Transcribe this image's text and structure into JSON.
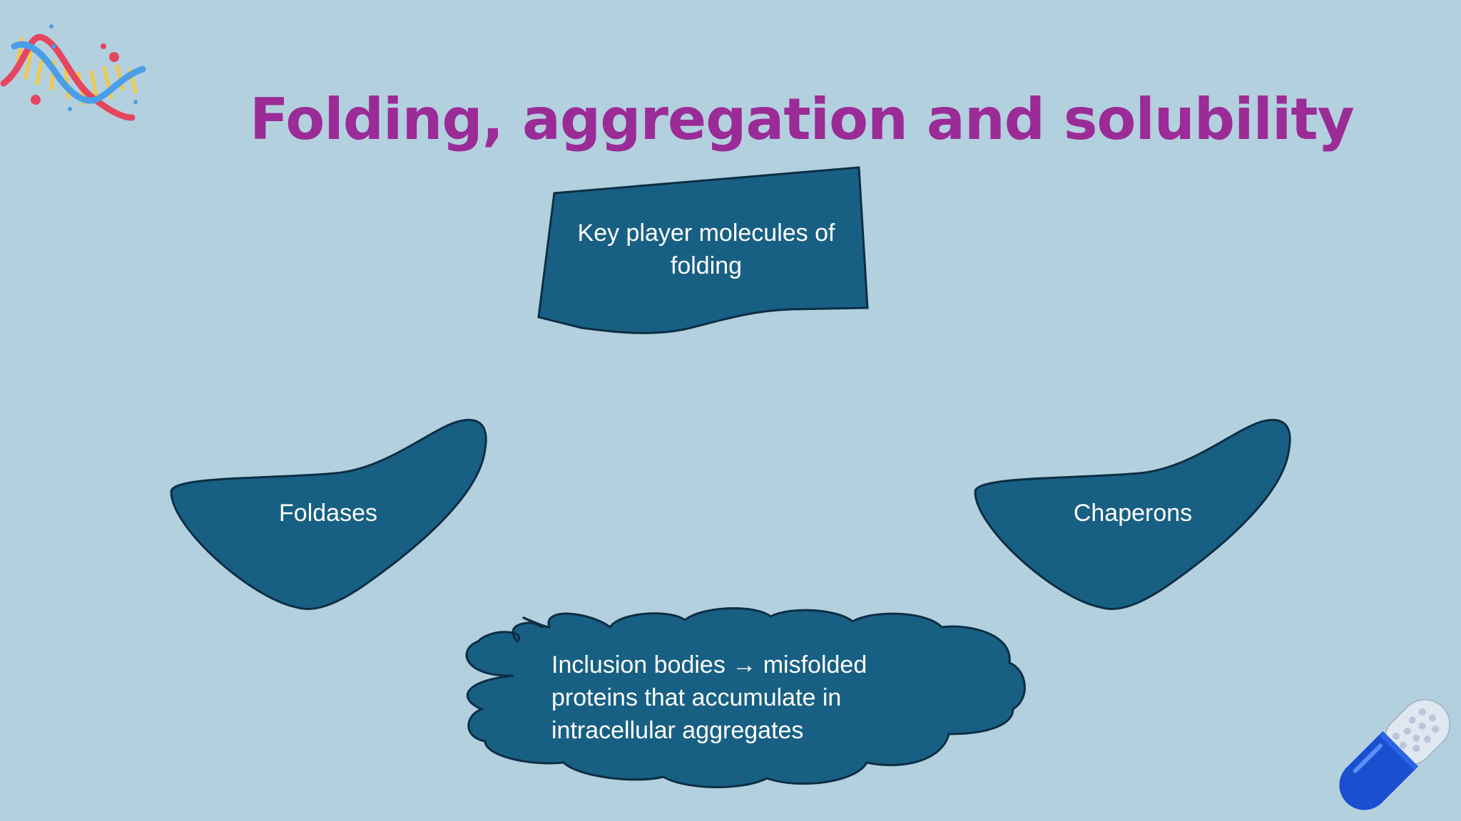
{
  "slide": {
    "title": "Folding, aggregation and solubility",
    "colors": {
      "background": "#b3d0df",
      "title": "#9b2b96",
      "shape_fill": "#186083",
      "shape_stroke": "#0c2e44",
      "shape_text": "#ffffff"
    },
    "top_box": {
      "text": "Key player molecules of folding"
    },
    "left_shape": {
      "text": "Foldases"
    },
    "right_shape": {
      "text": "Chaperons"
    },
    "cloud": {
      "text": "Inclusion bodies → misfolded proteins that accumulate in intracellular aggregates"
    },
    "decorations": {
      "top_left_icon": "dna-helix-icon",
      "bottom_right_icon": "capsule-pill-icon"
    }
  }
}
